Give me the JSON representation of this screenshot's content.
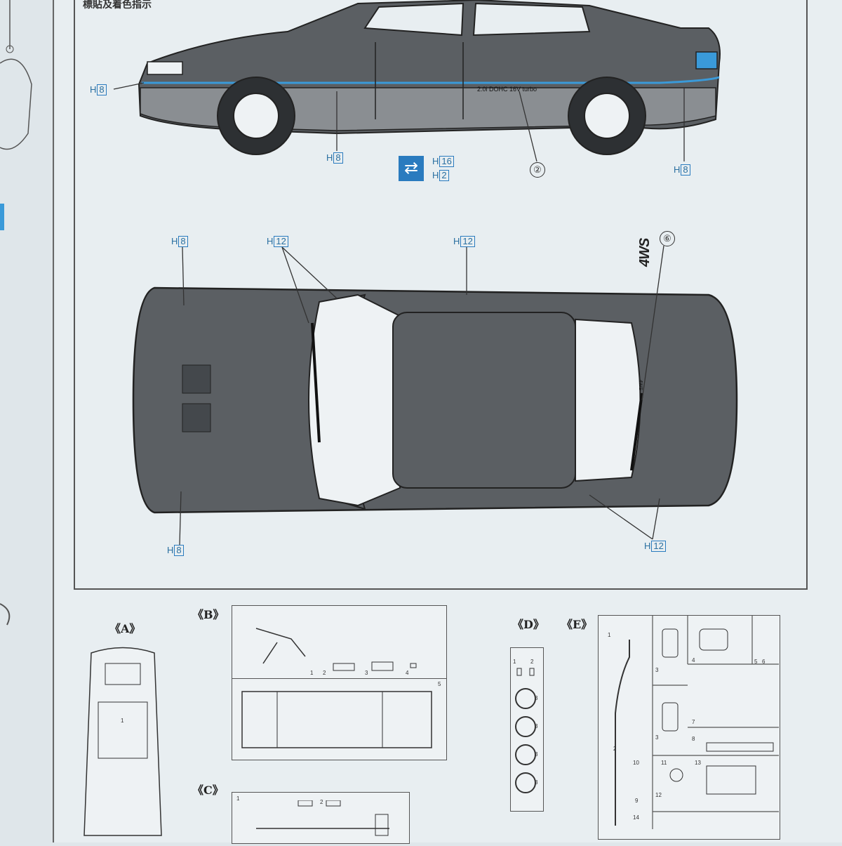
{
  "heading": "標貼及着色指示",
  "callouts": {
    "side_front": {
      "letter": "H",
      "num": "8"
    },
    "side_sill": {
      "letter": "H",
      "num": "8"
    },
    "side_rear": {
      "letter": "H",
      "num": "8"
    },
    "color_a": {
      "letter": "H",
      "num": "16"
    },
    "color_b": {
      "letter": "H",
      "num": "2"
    },
    "top_front_left": {
      "letter": "H",
      "num": "8"
    },
    "top_wipers": {
      "letter": "H",
      "num": "12"
    },
    "top_pillar": {
      "letter": "H",
      "num": "12"
    },
    "top_bottom_left": {
      "letter": "H",
      "num": "8"
    },
    "top_bottom_right": {
      "letter": "H",
      "num": "12"
    }
  },
  "decal_markers": {
    "side": "②",
    "top": "⑥"
  },
  "side_decal_text": "2.0i DOHC 16V turbo",
  "badge_4ws": "4WS",
  "top_decal_text": "4WS",
  "sections": {
    "a": "《A》",
    "b": "《B》",
    "c": "《C》",
    "d": "《D》",
    "e": "《E》"
  },
  "part_numbers": {
    "a": [
      "1"
    ],
    "b": [
      "1",
      "2",
      "3",
      "4",
      "5"
    ],
    "c": [
      "1",
      "2"
    ],
    "d": [
      "1",
      "2",
      "3",
      "3",
      "3",
      "3"
    ],
    "e": [
      "1",
      "2",
      "3",
      "3",
      "4",
      "5",
      "6",
      "7",
      "8",
      "9",
      "10",
      "11",
      "12",
      "13",
      "14"
    ]
  },
  "colors": {
    "body": "#5b5f63",
    "accent_stripe": "#3a9ad9",
    "callout": "#2a7bbf",
    "paper": "#e8eef1"
  }
}
